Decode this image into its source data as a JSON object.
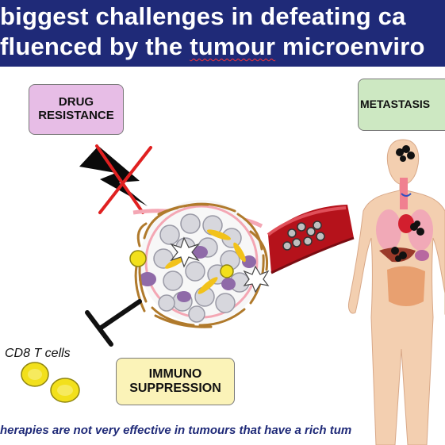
{
  "title": {
    "line1": " biggest challenges in defeating ca",
    "line2_before": "fluenced by the ",
    "line2_squiggle": "tumour",
    "line2_after": " microenviro"
  },
  "labels": {
    "drug_resistance": [
      "DRUG",
      "RESISTANCE"
    ],
    "metastasis": "METASTASIS",
    "immuno_suppression": [
      "IMMUNO",
      "SUPPRESSION"
    ],
    "cd8": "CD8 T cells"
  },
  "footer": "herapies are not very effective in tumours that have a rich tum",
  "colors": {
    "banner": "#1f2a78",
    "drug_box": "#e7bde6",
    "metastasis_box": "#cde8c2",
    "immuno_box": "#fbf3b8",
    "t_cell": "#f2e01c",
    "cross": "#e02020",
    "vessel": "#b5121b",
    "body": "#f3cfb0",
    "fibre": "#b07a2c"
  },
  "icons": [
    "lightning-bolt-icon",
    "red-cross-icon",
    "inhibition-arrow-icon",
    "blood-vessel-icon",
    "human-body-icon",
    "t-cell-icon",
    "tumour-cluster-icon"
  ]
}
